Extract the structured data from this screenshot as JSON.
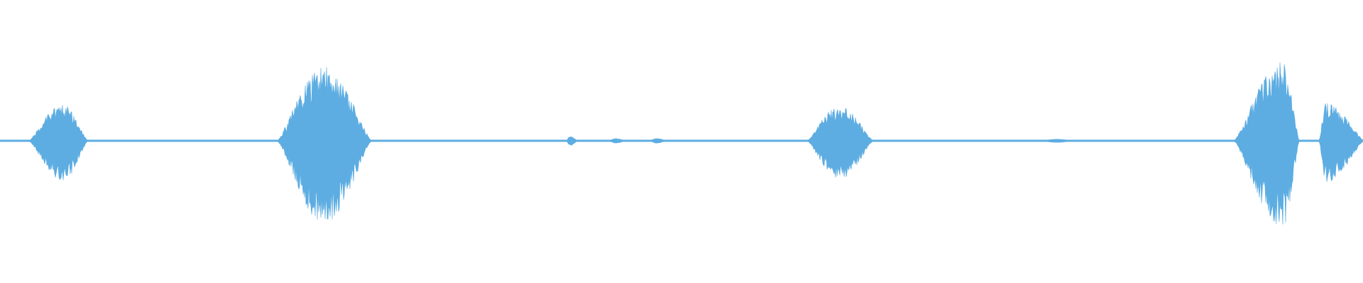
{
  "waveform": {
    "color": "#5dade2",
    "background": "#ffffff",
    "bursts": [
      {
        "start": 0.022,
        "peak": 0.046,
        "end": 0.064,
        "amplitude": 0.46
      },
      {
        "start": 0.204,
        "peak": 0.238,
        "end": 0.272,
        "amplitude": 0.96
      },
      {
        "start": 0.416,
        "peak": 0.418,
        "end": 0.423,
        "amplitude": 0.05
      },
      {
        "start": 0.448,
        "peak": 0.452,
        "end": 0.457,
        "amplitude": 0.02
      },
      {
        "start": 0.478,
        "peak": 0.482,
        "end": 0.487,
        "amplitude": 0.02
      },
      {
        "start": 0.593,
        "peak": 0.616,
        "end": 0.64,
        "amplitude": 0.44
      },
      {
        "start": 0.768,
        "peak": 0.775,
        "end": 0.783,
        "amplitude": 0.01
      },
      {
        "start": 0.906,
        "peak": 0.941,
        "end": 0.953,
        "amplitude": 1.0
      },
      {
        "start": 0.968,
        "peak": 0.973,
        "end": 1.0,
        "amplitude": 0.48
      }
    ]
  }
}
